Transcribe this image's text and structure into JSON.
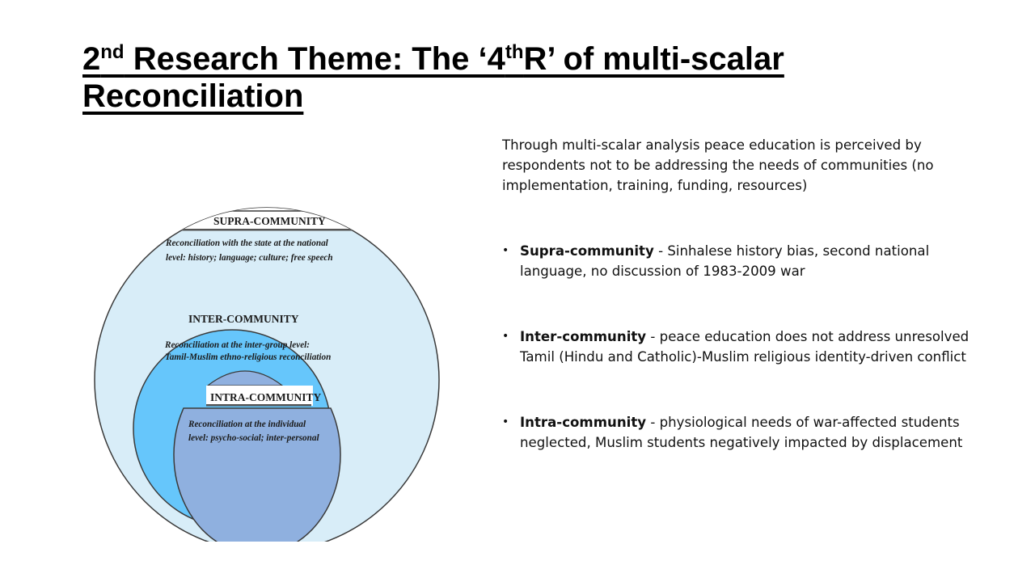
{
  "title": {
    "part1_num": "2",
    "part1_sup": "nd",
    "part2": " Research Theme: The ‘4",
    "part2_sup": "th",
    "part3": "R’ of multi-scalar Reconciliation"
  },
  "diagram": {
    "supra": {
      "heading": "SUPRA-COMMUNITY",
      "line1": "Reconciliation with the state at the national",
      "line2": "level: history; language; culture; free speech"
    },
    "inter": {
      "heading": "INTER-COMMUNITY",
      "line1": "Reconciliation at the inter-group level:",
      "line2": "Tamil-Muslim ethno-religious reconciliation"
    },
    "intra": {
      "heading": "INTRA-COMMUNITY",
      "line1": "Reconciliation at the individual",
      "line2": "level: psycho-social; inter-personal"
    },
    "colors": {
      "outer": "#d8edf8",
      "middle": "#66c6fb",
      "inner": "#8fb0df",
      "border": "#3a3a3a"
    }
  },
  "text": {
    "intro": "Through multi-scalar analysis peace education is perceived by respondents not to be addressing the needs of communities (no implementation, training, funding, resources)",
    "bullet_symbol": "•",
    "bullets": [
      {
        "term": "Supra-community",
        "text": " - Sinhalese history bias, second national language, no discussion of 1983-2009  war"
      },
      {
        "term": "Inter-community",
        "text": " - peace education does not address unresolved Tamil (Hindu and Catholic)-Muslim religious identity-driven conflict"
      },
      {
        "term": "Intra-community",
        "text": " - physiological needs of war-affected students neglected, Muslim students negatively impacted by displacement"
      }
    ]
  }
}
